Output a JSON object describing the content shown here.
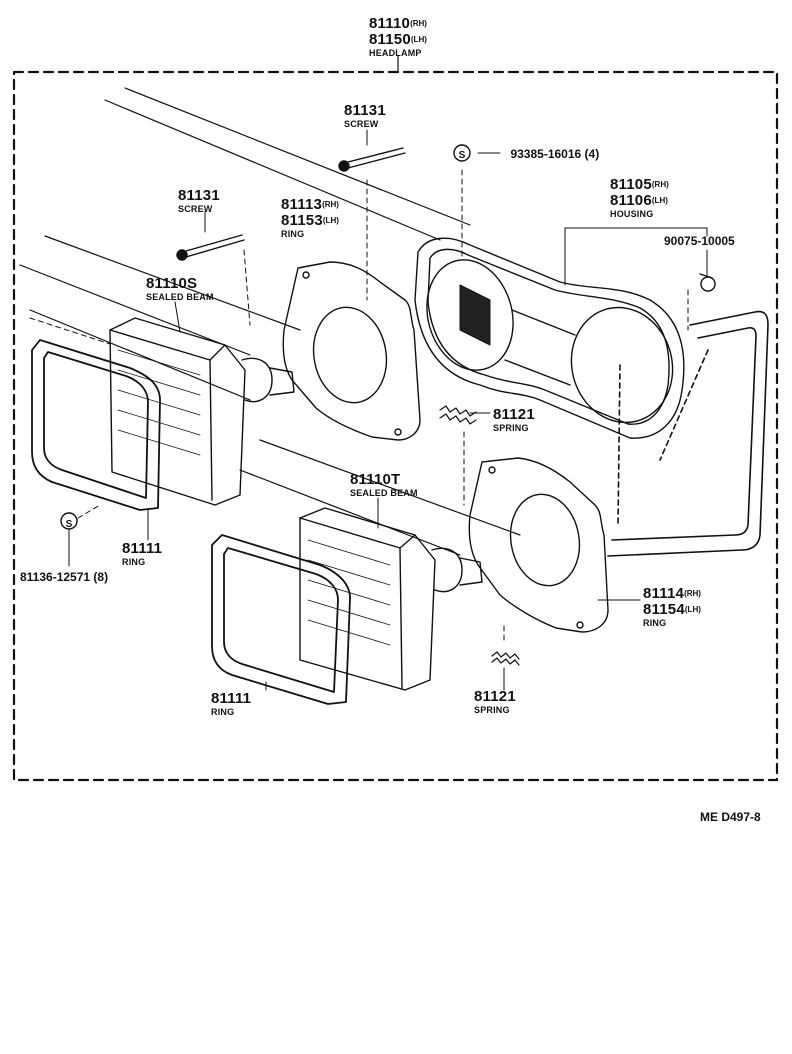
{
  "headlamp": {
    "rh": "81110",
    "rh_suffix": "(RH)",
    "lh": "81150",
    "lh_suffix": "(LH)",
    "name": "HEADLAMP"
  },
  "screw_top": {
    "number": "81131",
    "name": "SCREW"
  },
  "screw_left": {
    "number": "81131",
    "name": "SCREW"
  },
  "bolt": {
    "symbol": "S",
    "number": "93385-16016 (4)"
  },
  "housing": {
    "rh": "81105",
    "rh_suffix": "(RH)",
    "lh": "81106",
    "lh_suffix": "(LH)",
    "name": "HOUSING"
  },
  "clip": {
    "number": "90075-10005"
  },
  "ring_upper_outer": {
    "rh": "81113",
    "rh_suffix": "(RH)",
    "lh": "81153",
    "lh_suffix": "(LH)",
    "name": "RING"
  },
  "sealed_beam_s": {
    "number": "81110S",
    "name": "SEALED BEAM"
  },
  "spring_upper": {
    "number": "81121",
    "name": "SPRING"
  },
  "sealed_beam_t": {
    "number": "81110T",
    "name": "SEALED BEAM"
  },
  "ring_left": {
    "number": "81111",
    "name": "RING"
  },
  "screw_small": {
    "symbol": "S",
    "number": "81136-12571 (8)"
  },
  "ring_lower_outer": {
    "rh": "81114",
    "rh_suffix": "(RH)",
    "lh": "81154",
    "lh_suffix": "(LH)",
    "name": "RING"
  },
  "ring_bottom": {
    "number": "81111",
    "name": "RING"
  },
  "spring_lower": {
    "number": "81121",
    "name": "SPRING"
  },
  "reference": "ME  D497-8"
}
